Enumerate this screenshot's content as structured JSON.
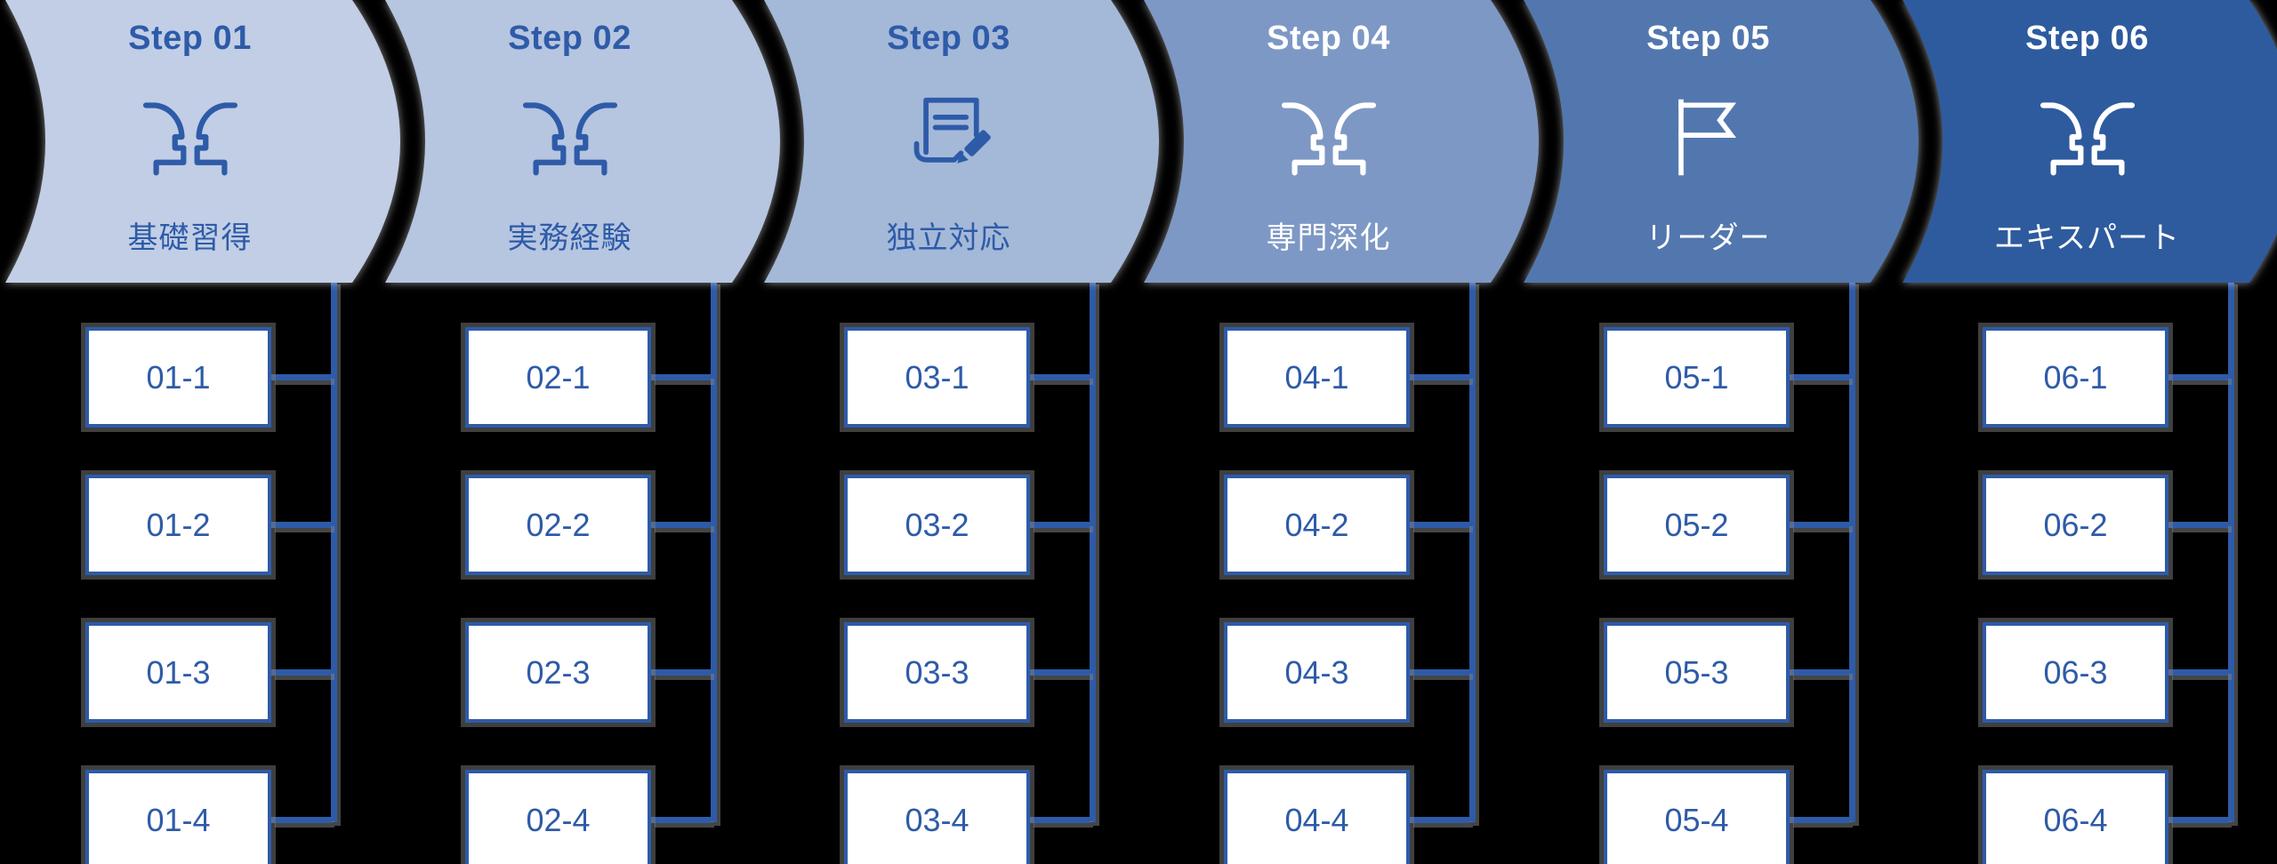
{
  "diagram": {
    "type": "step-flow-roadmap",
    "background_color": "#000000",
    "ink_color": "#2e5ba8",
    "box_fill": "#ffffff",
    "shadow_color": "#7d7d7d",
    "steps": [
      {
        "title": "Step 01",
        "label": "基礎習得",
        "icon": "facing-heads-icon",
        "fill": "#c1cee5",
        "text_color": "#2e5ba8",
        "items": [
          "01-1",
          "01-2",
          "01-3",
          "01-4"
        ]
      },
      {
        "title": "Step 02",
        "label": "実務経験",
        "icon": "facing-heads-icon",
        "fill": "#b6c5e0",
        "text_color": "#2e5ba8",
        "items": [
          "02-1",
          "02-2",
          "02-3",
          "02-4"
        ]
      },
      {
        "title": "Step 03",
        "label": "独立対応",
        "icon": "document-edit-icon",
        "fill": "#a4b8d8",
        "text_color": "#2e5ba8",
        "items": [
          "03-1",
          "03-2",
          "03-3",
          "03-4"
        ]
      },
      {
        "title": "Step 04",
        "label": "専門深化",
        "icon": "facing-heads-icon",
        "fill": "#7e98c5",
        "text_color": "#ffffff",
        "items": [
          "04-1",
          "04-2",
          "04-3",
          "04-4"
        ]
      },
      {
        "title": "Step 05",
        "label": "リーダー",
        "icon": "flag-icon",
        "fill": "#5277ae",
        "text_color": "#ffffff",
        "items": [
          "05-1",
          "05-2",
          "05-3",
          "05-4"
        ]
      },
      {
        "title": "Step 06",
        "label": "エキスパート",
        "icon": "facing-heads-icon",
        "fill": "#2e5b9e",
        "text_color": "#ffffff",
        "items": [
          "06-1",
          "06-2",
          "06-3",
          "06-4"
        ]
      }
    ]
  }
}
